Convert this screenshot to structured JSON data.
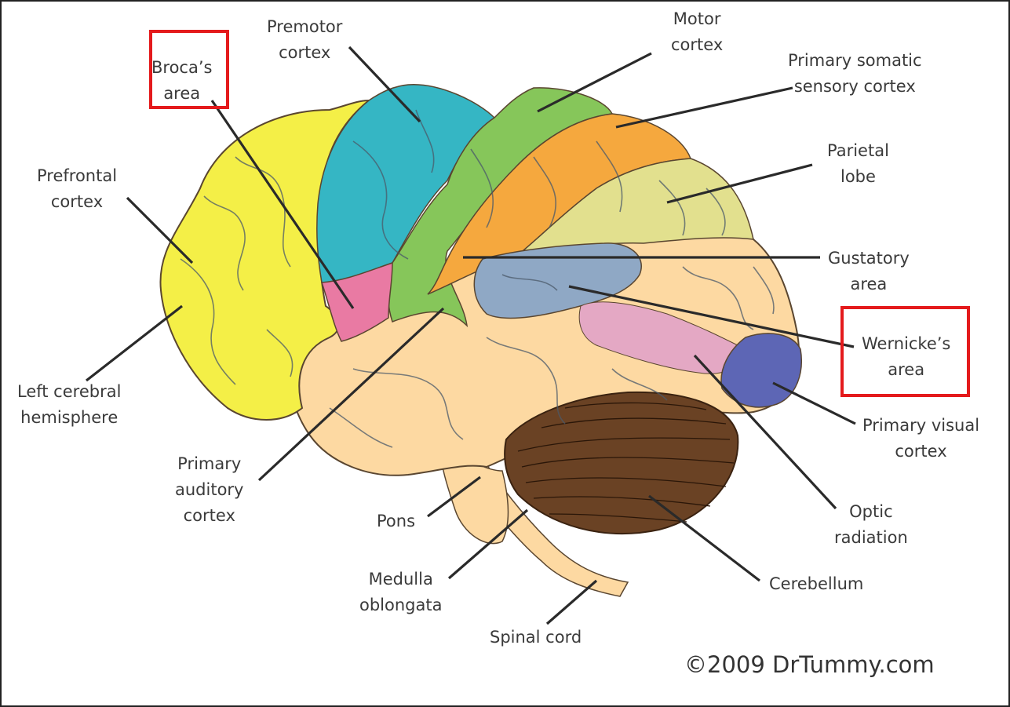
{
  "labels": {
    "brocas_area": [
      "Broca’s",
      "area"
    ],
    "premotor_cortex": [
      "Premotor",
      "cortex"
    ],
    "motor_cortex": [
      "Motor",
      "cortex"
    ],
    "primary_somatic": [
      "Primary somatic",
      "sensory cortex"
    ],
    "parietal_lobe": [
      "Parietal",
      "lobe"
    ],
    "prefrontal_cortex": [
      "Prefrontal",
      "cortex"
    ],
    "gustatory_area": [
      "Gustatory",
      "area"
    ],
    "wernickes_area": [
      "Wernicke’s",
      "area"
    ],
    "left_hemisphere": [
      "Left cerebral",
      "hemisphere"
    ],
    "primary_visual": [
      "Primary visual",
      "cortex"
    ],
    "primary_auditory": [
      "Primary",
      "auditory",
      "cortex"
    ],
    "pons": [
      "Pons"
    ],
    "optic_radiation": [
      "Optic",
      "radiation"
    ],
    "medulla": [
      "Medulla",
      "oblongata"
    ],
    "cerebellum": [
      "Cerebellum"
    ],
    "spinal_cord": [
      "Spinal cord"
    ]
  },
  "copyright": "©2009 DrTummy.com",
  "colors": {
    "prefrontal": "#f4ef47",
    "premotor": "#35b6c4",
    "motor": "#86c65a",
    "somatic": "#f5a83e",
    "parietal": "#e2e08e",
    "broca": "#e97aa3",
    "gustatory": "#8fa8c5",
    "optic": "#e4a8c4",
    "visual": "#5d66b5",
    "base": "#fdd9a2",
    "cerebellum": "#6a4224",
    "highlight": "#e41a1c"
  }
}
